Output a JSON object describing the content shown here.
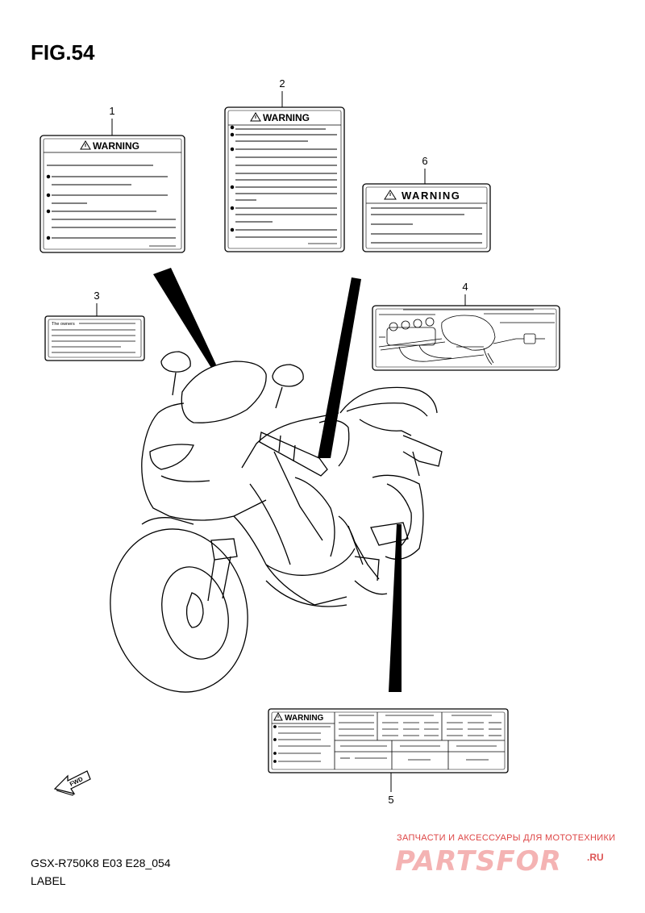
{
  "figure": {
    "title": "FIG.54"
  },
  "parts": {
    "p1": "1",
    "p2": "2",
    "p3": "3",
    "p4": "4",
    "p5": "5",
    "p6": "6"
  },
  "labels": {
    "warning": "WARNING",
    "owners": "The owners",
    "fwd": "FWD"
  },
  "footer": {
    "model": "GSX-R750K8 E03 E28_054",
    "caption": "LABEL"
  },
  "watermark": {
    "tagline": "ЗАПЧАСТИ И АКСЕССУАРЫ ДЛЯ МОТОТЕХНИКИ",
    "brand": "PARTSFOR",
    "domain": ".RU"
  }
}
